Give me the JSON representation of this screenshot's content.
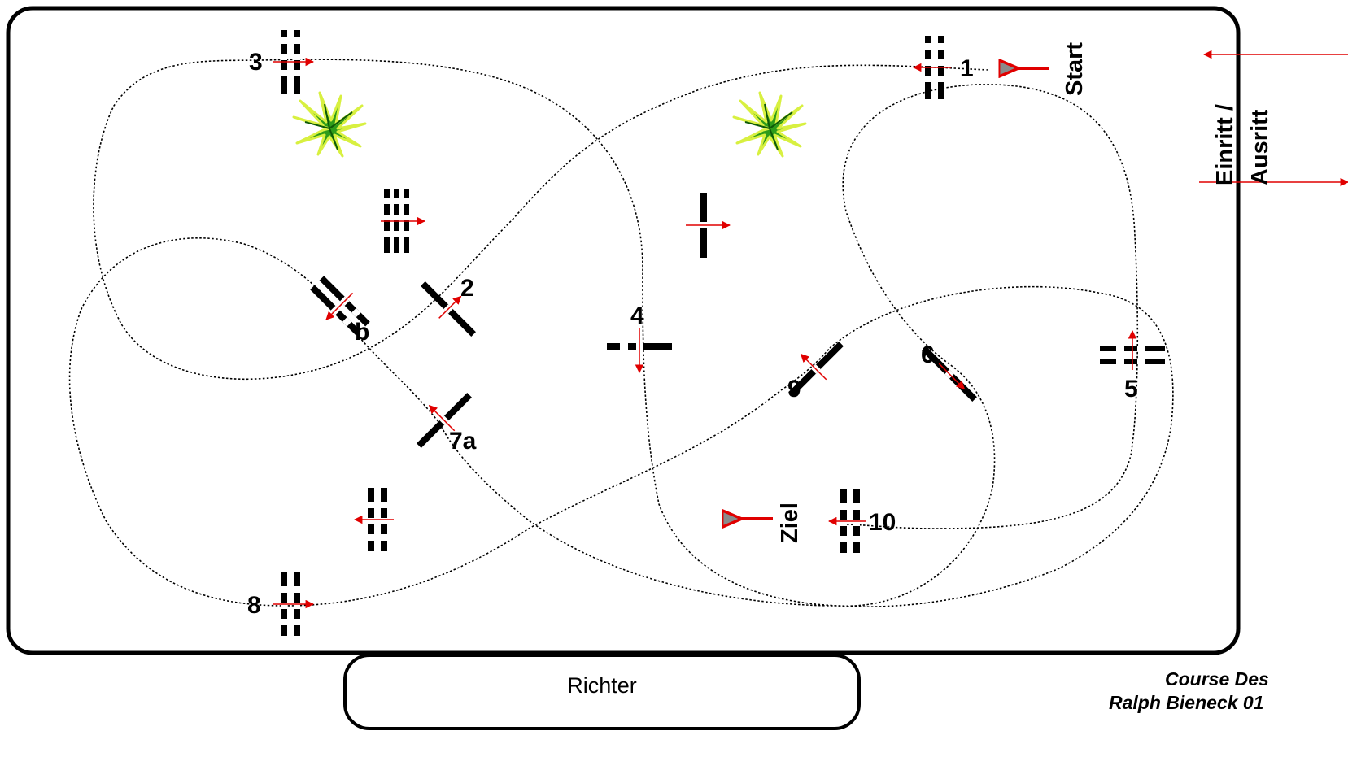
{
  "arena": {
    "entry_exit_line1": "Einritt /",
    "entry_exit_line2": "Ausritt",
    "start_label": "Start",
    "finish_label": "Ziel",
    "judge_label": "Richter",
    "credit_line1": "Course Des",
    "credit_line2": "Ralph Bieneck 01"
  },
  "obstacles": [
    {
      "id": "1",
      "label": "1",
      "type": "oxer"
    },
    {
      "id": "2",
      "label": "2",
      "type": "vertical"
    },
    {
      "id": "3",
      "label": "3",
      "type": "oxer"
    },
    {
      "id": "4",
      "label": "4",
      "type": "vertical"
    },
    {
      "id": "5",
      "label": "5",
      "type": "oxer"
    },
    {
      "id": "6",
      "label": "6",
      "type": "vertical"
    },
    {
      "id": "7a",
      "label": "7a",
      "type": "vertical"
    },
    {
      "id": "7b",
      "label": "b",
      "type": "oxer"
    },
    {
      "id": "8",
      "label": "8",
      "type": "oxer"
    },
    {
      "id": "9",
      "label": "9",
      "type": "vertical"
    },
    {
      "id": "10",
      "label": "10",
      "type": "oxer"
    },
    {
      "id": "spare-triple",
      "label": "",
      "type": "triple-bar"
    },
    {
      "id": "spare-vertical",
      "label": "",
      "type": "vertical"
    },
    {
      "id": "spare-oxer",
      "label": "",
      "type": "oxer"
    }
  ],
  "colors": {
    "arena_border": "#000000",
    "pole_dark": "#000000",
    "pole_light": "#ffffff",
    "direction_arrow": "#e00000",
    "course_path": "#000000",
    "plant_fill": "#2e9c1a",
    "plant_outline": "#d8f040"
  },
  "icons": {
    "plant": "agave-plant-icon",
    "direction": "direction-arrow-icon"
  }
}
